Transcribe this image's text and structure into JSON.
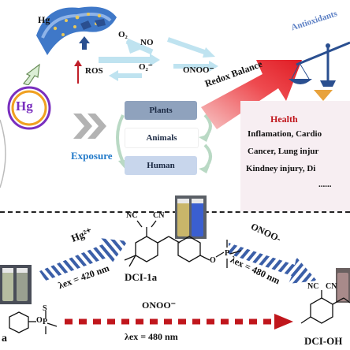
{
  "colors": {
    "ros_arrow": "#c0202a",
    "redox_arrow": "#e8353b",
    "exposure_text": "#1f78c8",
    "health_title": "#c0161c",
    "dash_arrow": "#c0161c",
    "hatch_arrow": "#3b5fa8",
    "antioxidants_text": "#5b7fc4",
    "hg_ring_outer": "#7a2fbf",
    "hg_ring_inner": "#f0a020",
    "panel_bg": "#f7eef2"
  },
  "top": {
    "hg_label": "Hg",
    "o2_label": "O₂",
    "no_label": "NO",
    "o2minus_label": "O₂⁻",
    "onoo_label": "ONOO⁻",
    "ros_label": "ROS",
    "redox_label": "Redox Balance",
    "antioxidants_label": "Antioxidants",
    "hg_circle_label": "Hg",
    "exposure_label": "Exposure",
    "plants_label": "Plants",
    "animals_label": "Animals",
    "human_label": "Human",
    "health_title": "Health",
    "health_lines": [
      "Inflamation,   Cardio",
      "Cancer,     Lung injur",
      "Kindney injury,     Di",
      "......"
    ]
  },
  "bottom": {
    "hg2_label": "Hg²⁺",
    "lex420_label": "λex = 420 nm",
    "dci1a_label": "DCI-1a",
    "onoo_top_label": "ONOO-",
    "lex480_slant_label": "λex = 480 nm",
    "onoo_mid_label": "ONOO⁻",
    "lex480_label": "λex = 480 nm",
    "dcioh_label": "DCI-OH",
    "left_cut_label": "a",
    "cn_left": "NC",
    "cn_right": "CN",
    "p_label": "P",
    "s_label": "S",
    "o_label": "O",
    "o_left_label": "O",
    "p_left_label": "P",
    "nc_right_label": "NC"
  }
}
